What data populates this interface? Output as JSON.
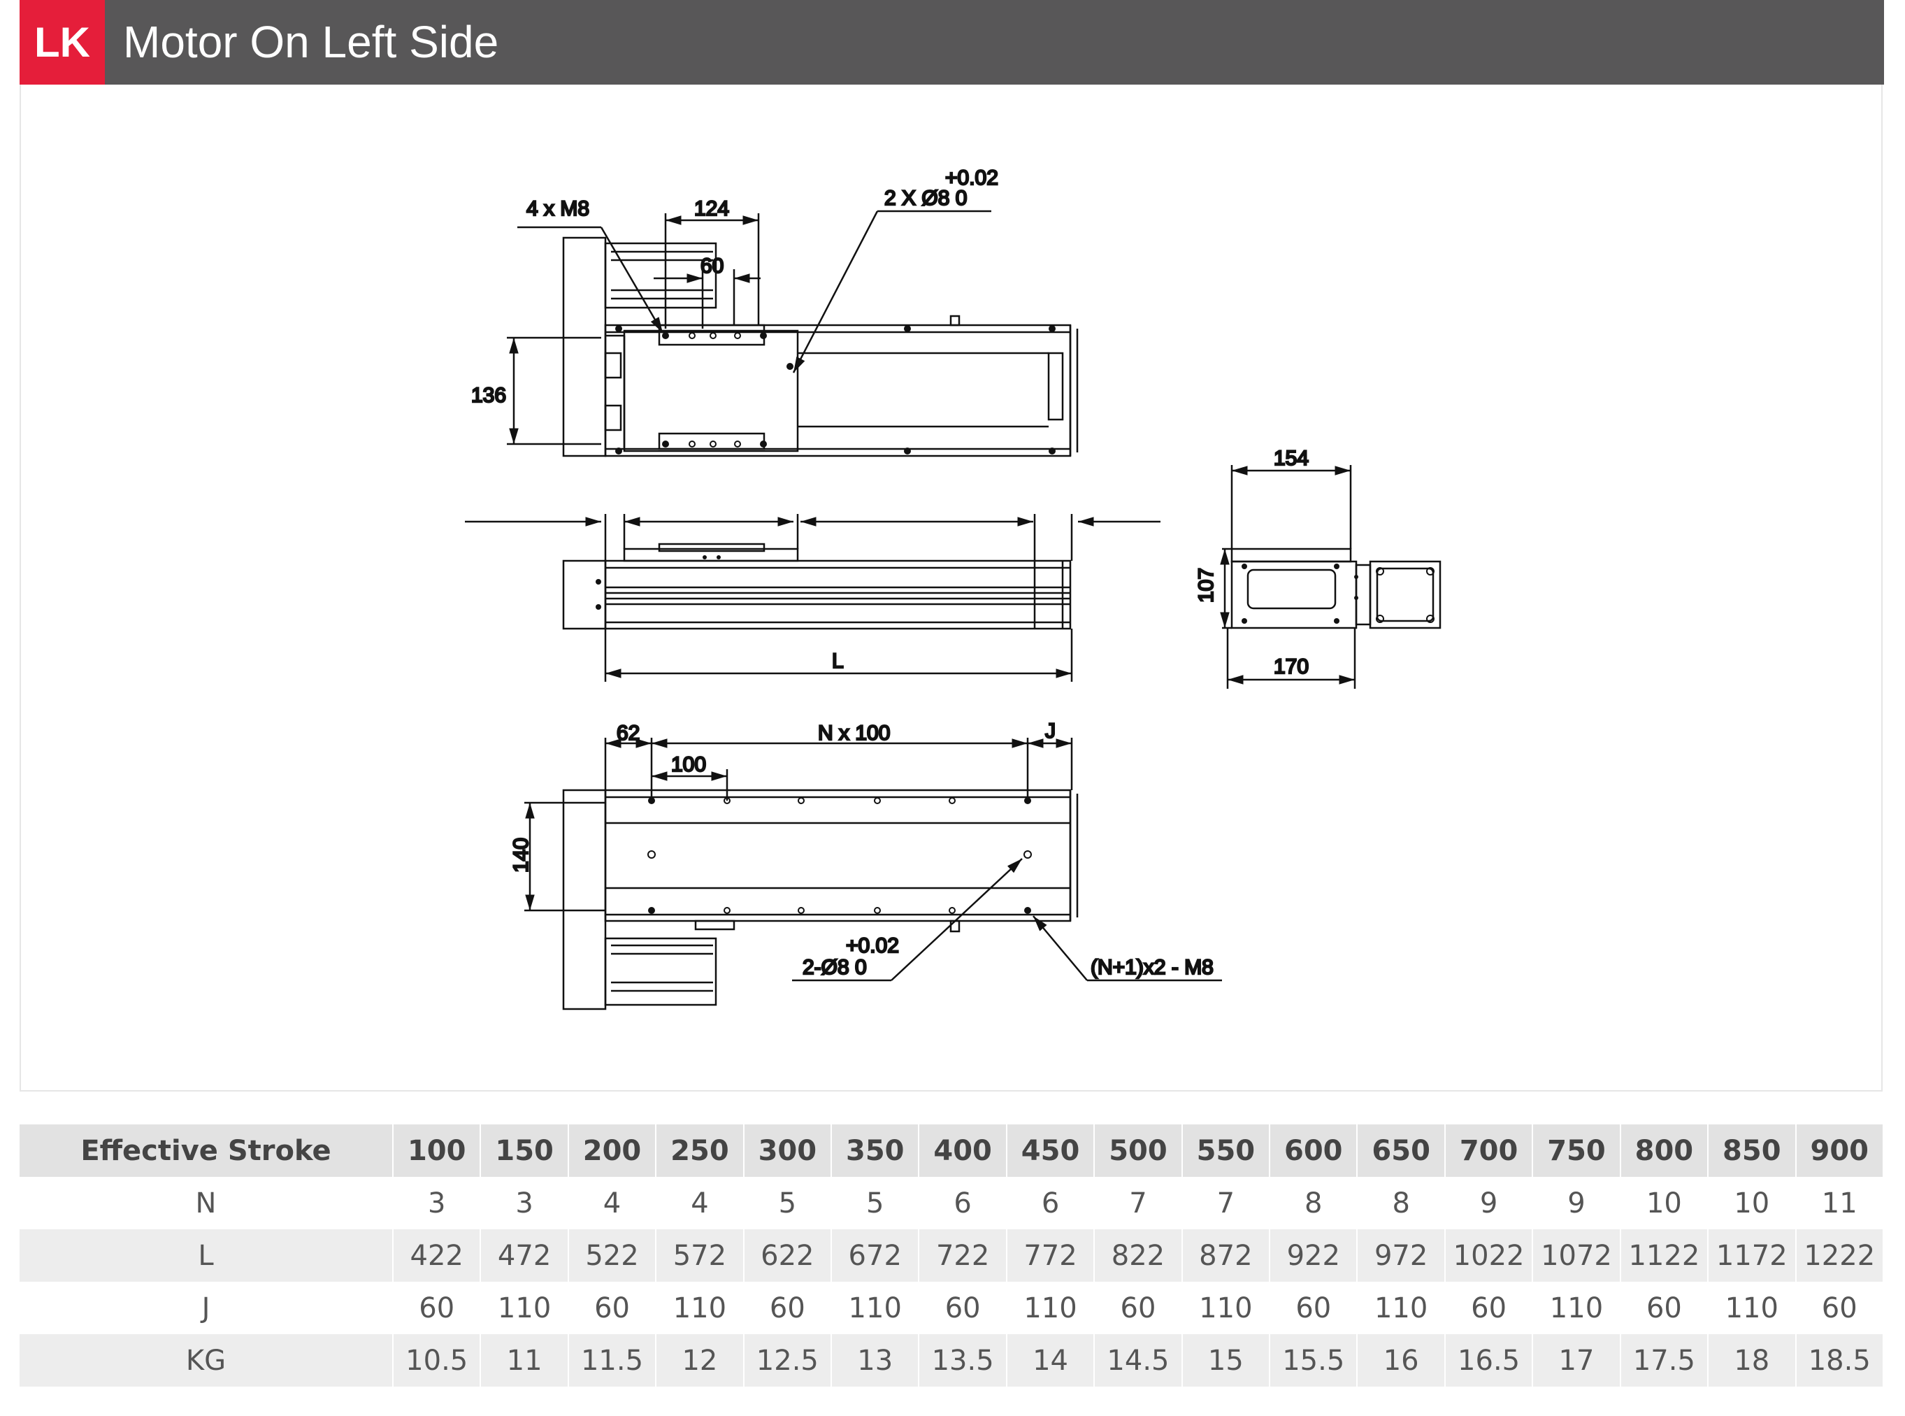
{
  "header": {
    "badge": "LK",
    "title": "Motor On Left Side",
    "badge_color": "#e51e3a",
    "bar_color": "#585758"
  },
  "drawing": {
    "top_view": {
      "hole_label": "4 x M8",
      "dim_width": "124",
      "dim_pitch": "60",
      "pin_tol": "+0.02",
      "pin_label": "2 X Ø8  0",
      "dim_height": "136"
    },
    "side_view": {
      "dim_length": "L"
    },
    "end_view": {
      "dim_top": "154",
      "dim_height": "107",
      "dim_bottom": "170"
    },
    "bottom_view": {
      "dim_start": "62",
      "dim_pitch": "100",
      "dim_span": "N x 100",
      "dim_end": "J",
      "dim_height": "140",
      "pin_tol": "+0.02",
      "pin_label": "2-Ø8  0",
      "hole_label": "(N+1)x2 - M8"
    }
  },
  "table": {
    "header_label": "Effective Stroke",
    "strokes": [
      "100",
      "150",
      "200",
      "250",
      "300",
      "350",
      "400",
      "450",
      "500",
      "550",
      "600",
      "650",
      "700",
      "750",
      "800",
      "850",
      "900"
    ],
    "rows": [
      {
        "label": "N",
        "values": [
          "3",
          "3",
          "4",
          "4",
          "5",
          "5",
          "6",
          "6",
          "7",
          "7",
          "8",
          "8",
          "9",
          "9",
          "10",
          "10",
          "11"
        ]
      },
      {
        "label": "L",
        "values": [
          "422",
          "472",
          "522",
          "572",
          "622",
          "672",
          "722",
          "772",
          "822",
          "872",
          "922",
          "972",
          "1022",
          "1072",
          "1122",
          "1172",
          "1222"
        ]
      },
      {
        "label": "J",
        "values": [
          "60",
          "110",
          "60",
          "110",
          "60",
          "110",
          "60",
          "110",
          "60",
          "110",
          "60",
          "110",
          "60",
          "110",
          "60",
          "110",
          "60"
        ]
      },
      {
        "label": "KG",
        "values": [
          "10.5",
          "11",
          "11.5",
          "12",
          "12.5",
          "13",
          "13.5",
          "14",
          "14.5",
          "15",
          "15.5",
          "16",
          "16.5",
          "17",
          "17.5",
          "18",
          "18.5"
        ]
      }
    ]
  }
}
